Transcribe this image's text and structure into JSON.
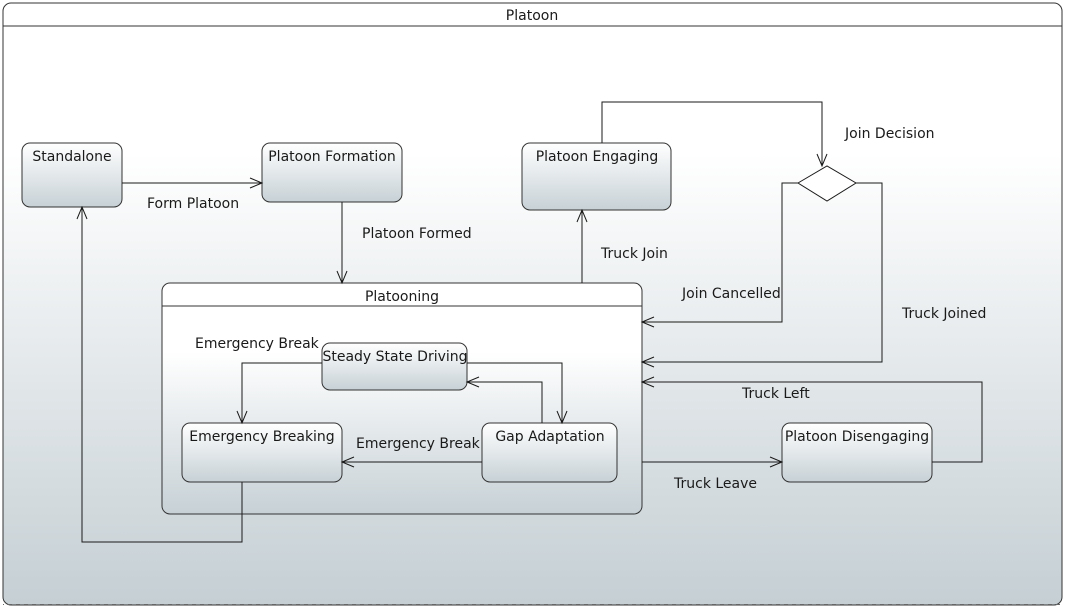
{
  "diagram": {
    "title": "Platoon",
    "states": {
      "standalone": "Standalone",
      "platoon_formation": "Platoon Formation",
      "platoon_engaging": "Platoon Engaging",
      "platooning": "Platooning",
      "steady_state_driving": "Steady State Driving",
      "emergency_breaking": "Emergency Breaking",
      "gap_adaptation": "Gap Adaptation",
      "platoon_disengaging": "Platoon Disengaging"
    },
    "transitions": {
      "form_platoon": "Form Platoon",
      "platoon_formed": "Platoon Formed",
      "truck_join": "Truck Join",
      "join_decision": "Join Decision",
      "join_cancelled": "Join Cancelled",
      "truck_joined": "Truck Joined",
      "truck_left": "Truck Left",
      "truck_leave": "Truck Leave",
      "emergency_break_1": "Emergency Break",
      "emergency_break_2": "Emergency Break"
    },
    "colors": {
      "fill_top": "#ffffff",
      "fill_bottom": "#c9d3d8",
      "stroke": "#333333"
    }
  }
}
